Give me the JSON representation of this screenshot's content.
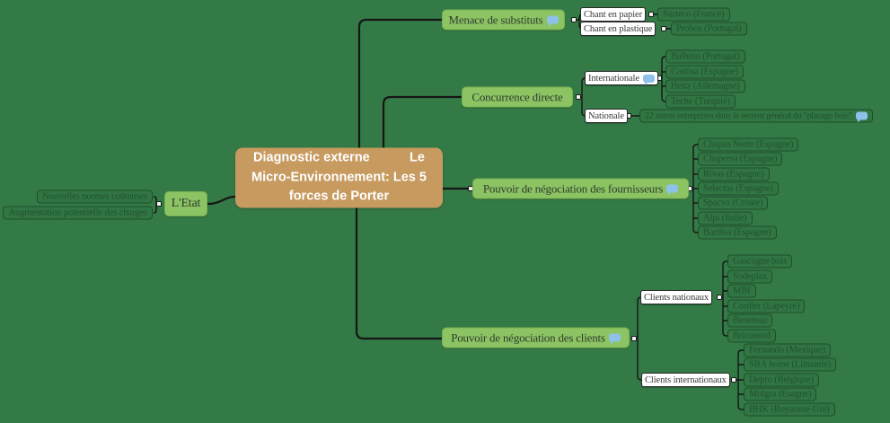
{
  "colors": {
    "background": "#337a46",
    "central_node": "#c79a5f",
    "branch_node": "#8cc464",
    "white_node": "#ffffff",
    "leaf_border": "#1f4e2c",
    "connector": "#161616",
    "comment_icon": "#8fc2ea"
  },
  "central": {
    "label": "Diagnostic externe           Le\nMicro-Environnement: Les 5\nforces de Porter"
  },
  "branches": [
    {
      "label": "Menace de substituts",
      "has_comment": true,
      "children": [
        {
          "label": "Chant en papier",
          "children": [
            {
              "label": "Surteco (France)"
            }
          ]
        },
        {
          "label": "Chant en plastique",
          "children": [
            {
              "label": "Probos (Portugal)"
            }
          ]
        }
      ]
    },
    {
      "label": "Concurrence directe",
      "has_comment": false,
      "children": [
        {
          "label": "Internationale",
          "has_comment": true,
          "children": [
            {
              "label": "Balbino (Portugal)"
            },
            {
              "label": "Cantisa (Espagne)"
            },
            {
              "label": "Heitz (Allemagne)"
            },
            {
              "label": "Teche (Turquie)"
            }
          ]
        },
        {
          "label": "Nationale",
          "children": [
            {
              "label": "22 autres entreprises dans le secteur général du \"placage bois\"",
              "has_comment": true
            }
          ]
        }
      ]
    },
    {
      "label": "Pouvoir de négociation des fournisseurs",
      "has_comment": true,
      "children": [
        {
          "label": "Chapas Norte (Espagne)"
        },
        {
          "label": "Chapersa (Espagne)"
        },
        {
          "label": "Rivas (Espagne)"
        },
        {
          "label": "Selectas (Espagne)"
        },
        {
          "label": "Spacva (Croate)"
        },
        {
          "label": "Alpi (Italie)"
        },
        {
          "label": "Bardisa (Espagne)"
        }
      ]
    },
    {
      "label": "L'Etat",
      "has_comment": false,
      "children": [
        {
          "label": "Nouvelles normes coûteuses"
        },
        {
          "label": "Augmentation potentielle des charges"
        }
      ]
    },
    {
      "label": "Pouvoir de négociation des clients",
      "has_comment": true,
      "children": [
        {
          "label": "Clients nationaux",
          "children": [
            {
              "label": "Gascogne bois"
            },
            {
              "label": "Sodeplax"
            },
            {
              "label": "MBI"
            },
            {
              "label": "Cordier (Lapeyre)"
            },
            {
              "label": "Beneteau"
            },
            {
              "label": "Briconord"
            }
          ]
        },
        {
          "label": "Clients internationaux",
          "children": [
            {
              "label": "Fernando (Mexique)"
            },
            {
              "label": "SBA home (Littuanie)"
            },
            {
              "label": "Depro (Belgique)"
            },
            {
              "label": "Molgra (Esagne)"
            },
            {
              "label": "BHK (Royaume-Uni)"
            }
          ]
        }
      ]
    }
  ]
}
